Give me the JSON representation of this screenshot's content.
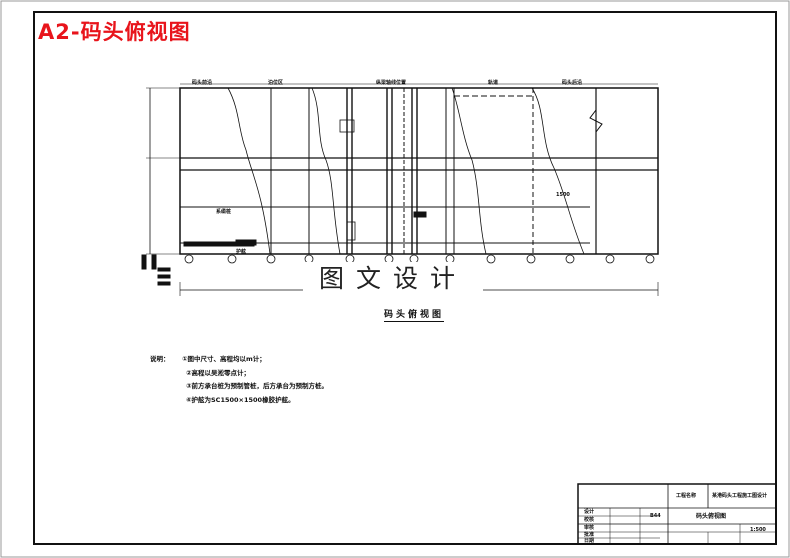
{
  "sheet_title": "A2-码头俯视图",
  "watermark": "图文设计",
  "drawing_caption": "码头俯视图",
  "column_headers": [
    "码头前沿",
    "泊位区",
    "纵梁轴线位置",
    "轨道",
    "码头后沿"
  ],
  "callouts": {
    "left_box": "系缆桩",
    "right_note": "1500",
    "lower": "护舷"
  },
  "notes": {
    "heading": "说明：",
    "items": [
      "①图中尺寸、高程均以m计；",
      "②高程以吴淞零点计；",
      "③前方承台桩为预制管桩，后方承台为预制方桩。",
      "④护舷为SC1500×1500橡胶护舷。"
    ]
  },
  "title_block": {
    "project_label": "工程名称",
    "project_name": "某港码头工程施工图设计",
    "drawing_name": "码头俯视图",
    "scale": "1:500",
    "small_code": "B44",
    "rows_left": [
      "设计",
      "校核",
      "审核",
      "批准",
      "日期"
    ]
  },
  "colors": {
    "title_red": "#e8141b",
    "line": "#111111"
  }
}
